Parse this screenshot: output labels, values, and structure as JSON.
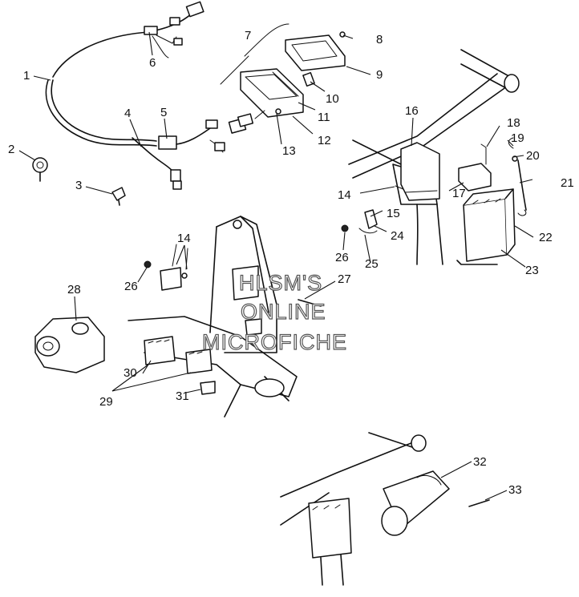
{
  "watermark": {
    "line1": "HLSM'S",
    "line2": "ONLINE",
    "line3": "MICROFICHE"
  },
  "callouts": [
    {
      "id": "c1",
      "text": "1"
    },
    {
      "id": "c2",
      "text": "2"
    },
    {
      "id": "c3",
      "text": "3"
    },
    {
      "id": "c4",
      "text": "4"
    },
    {
      "id": "c5",
      "text": "5"
    },
    {
      "id": "c6",
      "text": "6"
    },
    {
      "id": "c7",
      "text": "7"
    },
    {
      "id": "c8",
      "text": "8"
    },
    {
      "id": "c9",
      "text": "9"
    },
    {
      "id": "c10",
      "text": "10"
    },
    {
      "id": "c11",
      "text": "11"
    },
    {
      "id": "c12",
      "text": "12"
    },
    {
      "id": "c13",
      "text": "13"
    },
    {
      "id": "c14a",
      "text": "14"
    },
    {
      "id": "c14b",
      "text": "14"
    },
    {
      "id": "c15",
      "text": "15"
    },
    {
      "id": "c16",
      "text": "16"
    },
    {
      "id": "c17",
      "text": "17"
    },
    {
      "id": "c18",
      "text": "18"
    },
    {
      "id": "c19",
      "text": "19"
    },
    {
      "id": "c20",
      "text": "20"
    },
    {
      "id": "c21",
      "text": "21"
    },
    {
      "id": "c22",
      "text": "22"
    },
    {
      "id": "c23",
      "text": "23"
    },
    {
      "id": "c24",
      "text": "24"
    },
    {
      "id": "c25",
      "text": "25"
    },
    {
      "id": "c26a",
      "text": "26"
    },
    {
      "id": "c26b",
      "text": "26"
    },
    {
      "id": "c27",
      "text": "27"
    },
    {
      "id": "c28",
      "text": "28"
    },
    {
      "id": "c29",
      "text": "29"
    },
    {
      "id": "c30",
      "text": "30"
    },
    {
      "id": "c31",
      "text": "31"
    },
    {
      "id": "c32",
      "text": "32"
    },
    {
      "id": "c33",
      "text": "33"
    }
  ]
}
